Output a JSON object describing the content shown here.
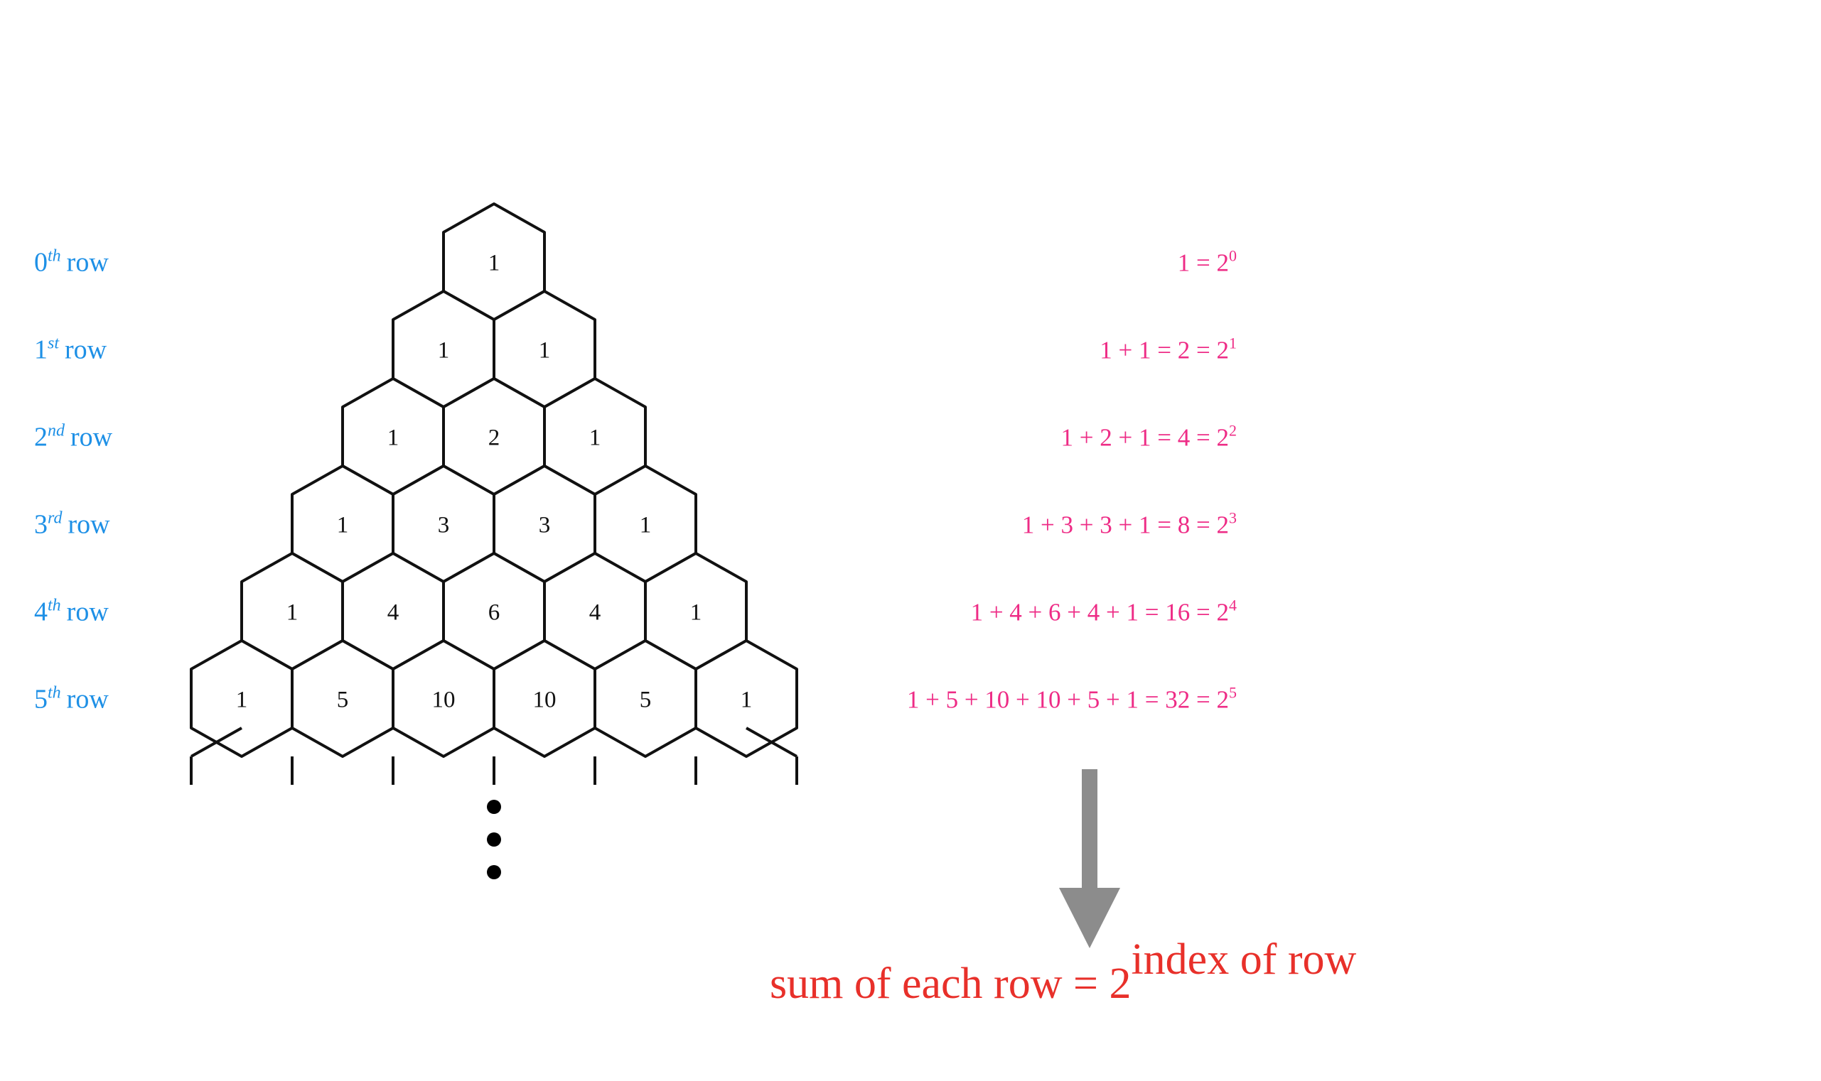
{
  "colors": {
    "row_label": "#1E90E6",
    "sum_eq": "#EE2C86",
    "conclusion": "#E8302A",
    "arrow": "#8C8C8C",
    "hex_stroke": "#111111"
  },
  "row_labels": [
    {
      "num": "0",
      "sup": "th",
      "word": "row"
    },
    {
      "num": "1",
      "sup": "st",
      "word": "row"
    },
    {
      "num": "2",
      "sup": "nd",
      "word": "row"
    },
    {
      "num": "3",
      "sup": "rd",
      "word": "row"
    },
    {
      "num": "4",
      "sup": "th",
      "word": "row"
    },
    {
      "num": "5",
      "sup": "th",
      "word": "row"
    }
  ],
  "triangle": [
    [
      "1"
    ],
    [
      "1",
      "1"
    ],
    [
      "1",
      "2",
      "1"
    ],
    [
      "1",
      "3",
      "3",
      "1"
    ],
    [
      "1",
      "4",
      "6",
      "4",
      "1"
    ],
    [
      "1",
      "5",
      "10",
      "10",
      "5",
      "1"
    ]
  ],
  "row_sums": [
    {
      "expr": "1 = 2",
      "exp": "0"
    },
    {
      "expr": "1 + 1 = 2 = 2",
      "exp": "1"
    },
    {
      "expr": "1 + 2 + 1 = 4 = 2",
      "exp": "2"
    },
    {
      "expr": "1 + 3 + 3 + 1 = 8 = 2",
      "exp": "3"
    },
    {
      "expr": "1 + 4 + 6 + 4 + 1 = 16 = 2",
      "exp": "4"
    },
    {
      "expr": "1 + 5 + 10 + 10 + 5 + 1 = 32 = 2",
      "exp": "5"
    }
  ],
  "conclusion": {
    "base": "sum of each row = 2",
    "exponent": "index of row"
  }
}
